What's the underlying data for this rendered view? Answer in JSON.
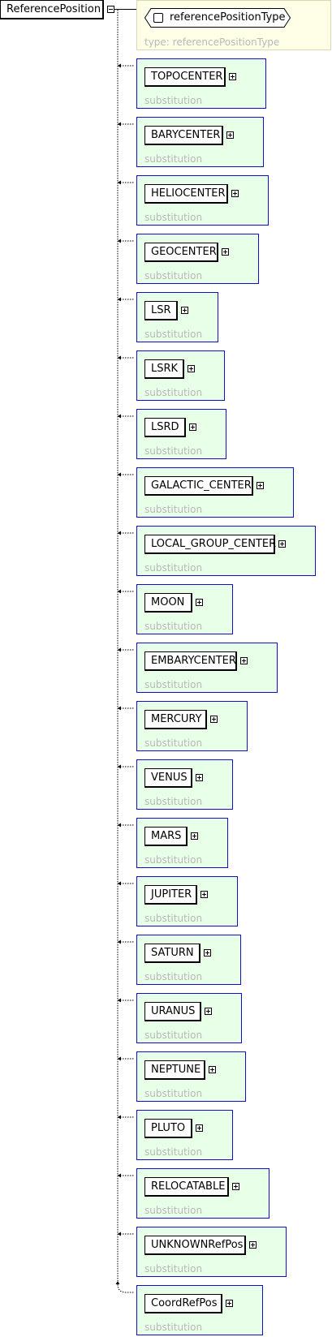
{
  "root": {
    "label": "ReferencePosition"
  },
  "type": {
    "name": "referencePositionType",
    "caption": "type: referencePositionType"
  },
  "substitutions": [
    {
      "label": "TOPOCENTER",
      "caption": "substitution"
    },
    {
      "label": "BARYCENTER",
      "caption": "substitution"
    },
    {
      "label": "HELIOCENTER",
      "caption": "substitution"
    },
    {
      "label": "GEOCENTER",
      "caption": "substitution"
    },
    {
      "label": "LSR",
      "caption": "substitution"
    },
    {
      "label": "LSRK",
      "caption": "substitution"
    },
    {
      "label": "LSRD",
      "caption": "substitution"
    },
    {
      "label": "GALACTIC_CENTER",
      "caption": "substitution"
    },
    {
      "label": "LOCAL_GROUP_CENTER",
      "caption": "substitution"
    },
    {
      "label": "MOON",
      "caption": "substitution"
    },
    {
      "label": "EMBARYCENTER",
      "caption": "substitution"
    },
    {
      "label": "MERCURY",
      "caption": "substitution"
    },
    {
      "label": "VENUS",
      "caption": "substitution"
    },
    {
      "label": "MARS",
      "caption": "substitution"
    },
    {
      "label": "JUPITER",
      "caption": "substitution"
    },
    {
      "label": "SATURN",
      "caption": "substitution"
    },
    {
      "label": "URANUS",
      "caption": "substitution"
    },
    {
      "label": "NEPTUNE",
      "caption": "substitution"
    },
    {
      "label": "PLUTO",
      "caption": "substitution"
    },
    {
      "label": "RELOCATABLE",
      "caption": "substitution"
    },
    {
      "label": "UNKNOWNRefPos",
      "caption": "substitution"
    },
    {
      "label": "CoordRefPos",
      "caption": "substitution"
    }
  ]
}
